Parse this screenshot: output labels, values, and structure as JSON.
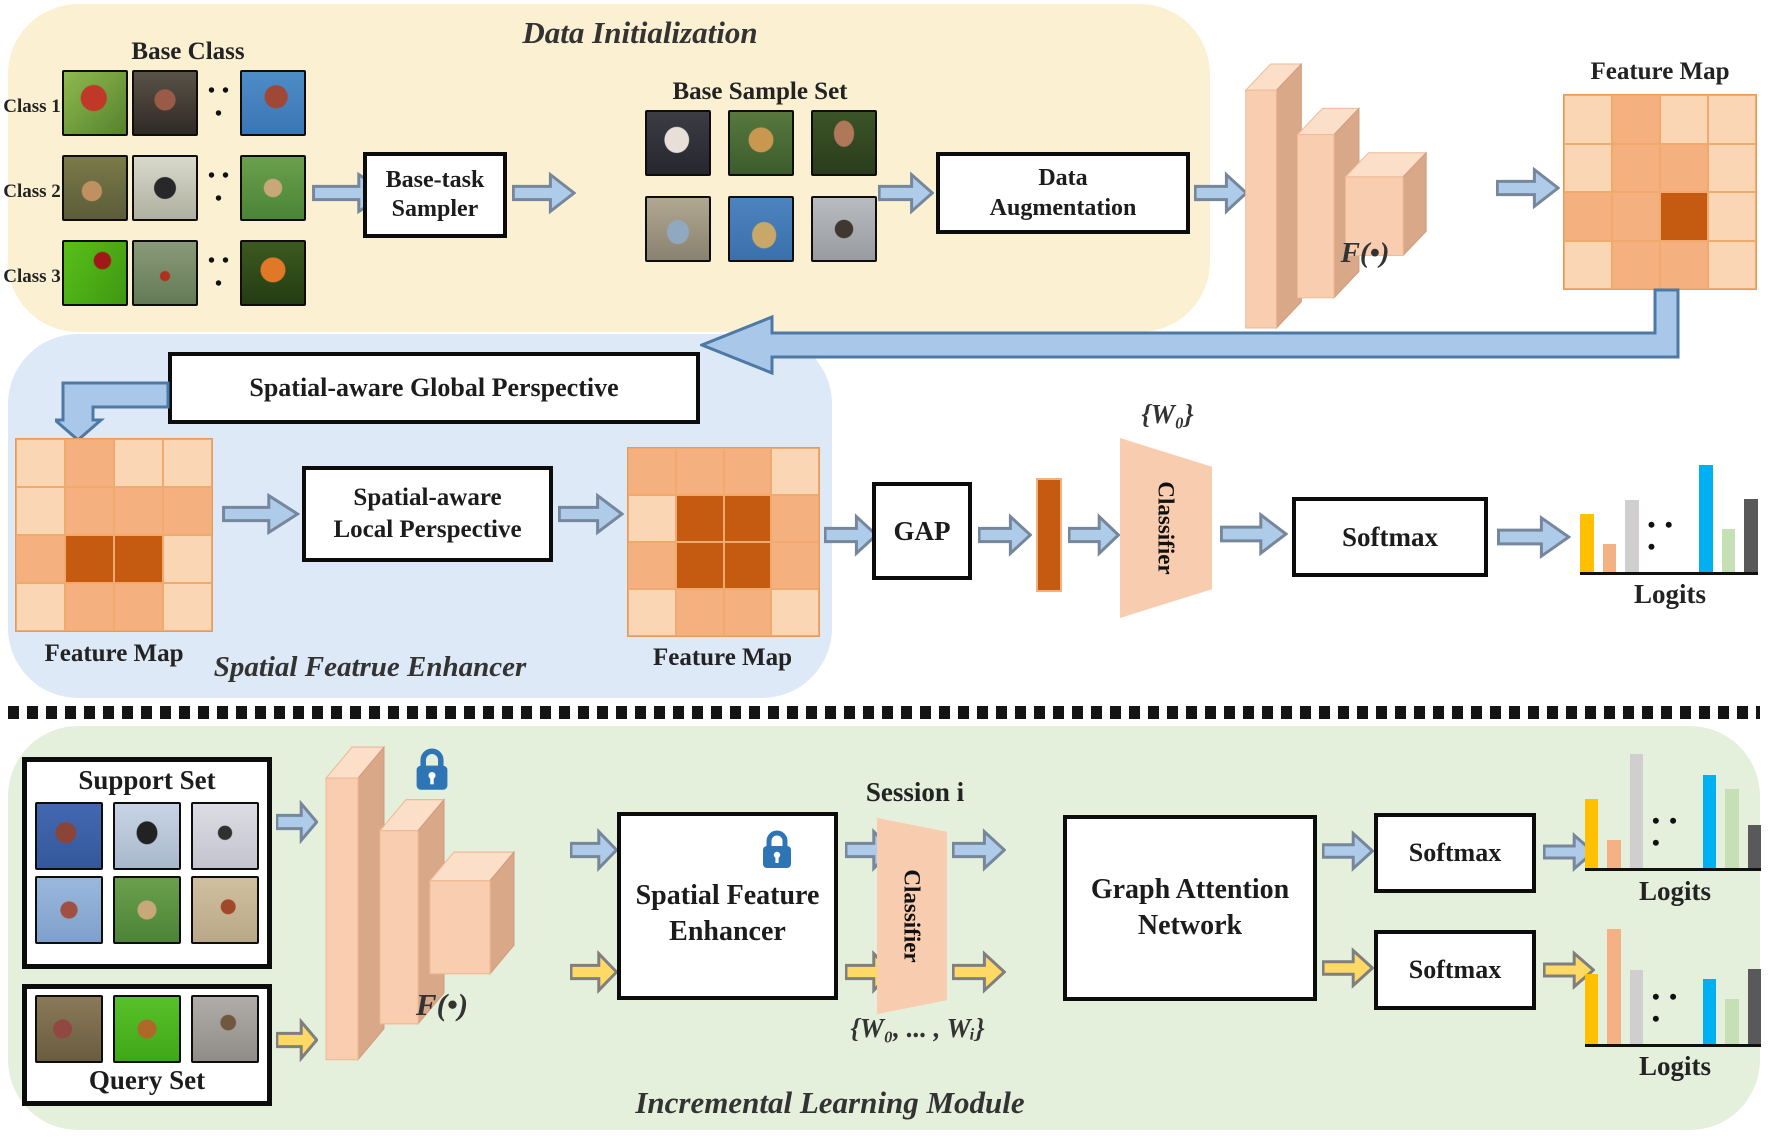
{
  "shared": {
    "dots": "• • •"
  },
  "palette": {
    "gold": "#FFC000",
    "peach": "#F4B183",
    "gray": "#D0CECE",
    "blue": "#00B0F0",
    "green": "#C5E0B4",
    "dgray": "#595959"
  },
  "map_palette": {
    "L": "#FBD6B4",
    "M": "#F4B07E",
    "D": "#C55A11"
  },
  "top": {
    "title": "Data Initialization",
    "base_class_label": "Base Class",
    "class_labels": [
      "Class 1",
      "Class 2",
      "Class 3"
    ],
    "class_tiles": [
      [
        "bird-green",
        "bird-bark",
        "dots",
        "bird-sky"
      ],
      [
        "dog-field",
        "dog-blackwhite",
        "dots",
        "dog-grass"
      ],
      [
        "ladybug-leaf",
        "ladybug-twig",
        "dots",
        "ladybug-dark"
      ]
    ],
    "sampler_label": "Base-task Sampler",
    "sample_set_label": "Base Sample Set",
    "sample_tiles": [
      [
        "poodle",
        "lion",
        "mushroom"
      ],
      [
        "car",
        "statue",
        "goose"
      ]
    ],
    "augment_line1": "Data",
    "augment_line2": "Augmentation",
    "backbone_label": "F(•)",
    "feature_map_label": "Feature Map",
    "feature_map": [
      [
        "L",
        "M",
        "L",
        "L"
      ],
      [
        "L",
        "M",
        "M",
        "L"
      ],
      [
        "M",
        "M",
        "D",
        "L"
      ],
      [
        "L",
        "M",
        "M",
        "L"
      ]
    ]
  },
  "mid": {
    "global_label": "Spatial-aware Global Perspective",
    "local_line1": "Spatial-aware",
    "local_line2": "Local Perspective",
    "map1_label": "Feature Map",
    "map2_label": "Feature Map",
    "map1": [
      [
        "L",
        "M",
        "L",
        "L"
      ],
      [
        "L",
        "M",
        "M",
        "M"
      ],
      [
        "M",
        "D",
        "D",
        "L"
      ],
      [
        "L",
        "M",
        "M",
        "L"
      ]
    ],
    "map2": [
      [
        "M",
        "M",
        "M",
        "L"
      ],
      [
        "L",
        "D",
        "D",
        "M"
      ],
      [
        "M",
        "D",
        "D",
        "M"
      ],
      [
        "L",
        "M",
        "M",
        "L"
      ]
    ],
    "title": "Spatial Featrue Enhancer",
    "gap_label": "GAP",
    "w0_label": "{W₀}",
    "classifier_label": "Classifier",
    "softmax_label": "Softmax",
    "logits_label": "Logits",
    "logits_bars": [
      {
        "c": "gold",
        "h": 58
      },
      {
        "c": "peach",
        "h": 28
      },
      {
        "c": "gray",
        "h": 72
      },
      "dots",
      {
        "c": "blue",
        "h": 107
      },
      {
        "c": "green",
        "h": 43
      },
      {
        "c": "dgray",
        "h": 73
      }
    ]
  },
  "bottom": {
    "support_label": "Support Set",
    "query_label": "Query Set",
    "support_tiles": [
      [
        "bird-blue",
        "dog-pale",
        "spider-white"
      ],
      [
        "bird-lightblue",
        "dog-green",
        "spider-tan"
      ]
    ],
    "query_tiles": [
      [
        "bird-brown",
        "beagle-green",
        "spider-rock"
      ]
    ],
    "backbone_label": "F(•)",
    "sfe_line1": "Spatial Feature",
    "sfe_line2": "Enhancer",
    "session_label": "Session i",
    "classifier_label": "Classifier",
    "weights_label": "{W₀, ... , Wᵢ}",
    "gan_label": "Graph Attention Network",
    "softmax_top_label": "Softmax",
    "softmax_bottom_label": "Softmax",
    "logits_top_label": "Logits",
    "logits_bottom_label": "Logits",
    "title": "Incremental Learning Module",
    "logits_top_bars": [
      {
        "c": "gold",
        "h": 69
      },
      {
        "c": "peach",
        "h": 28
      },
      {
        "c": "gray",
        "h": 114
      },
      "dots",
      {
        "c": "blue",
        "h": 93
      },
      {
        "c": "green",
        "h": 79
      },
      {
        "c": "dgray",
        "h": 43
      }
    ],
    "logits_bottom_bars": [
      {
        "c": "gold",
        "h": 70
      },
      {
        "c": "peach",
        "h": 115
      },
      {
        "c": "gray",
        "h": 74
      },
      "dots",
      {
        "c": "blue",
        "h": 65
      },
      {
        "c": "green",
        "h": 45
      },
      {
        "c": "dgray",
        "h": 75
      }
    ]
  }
}
